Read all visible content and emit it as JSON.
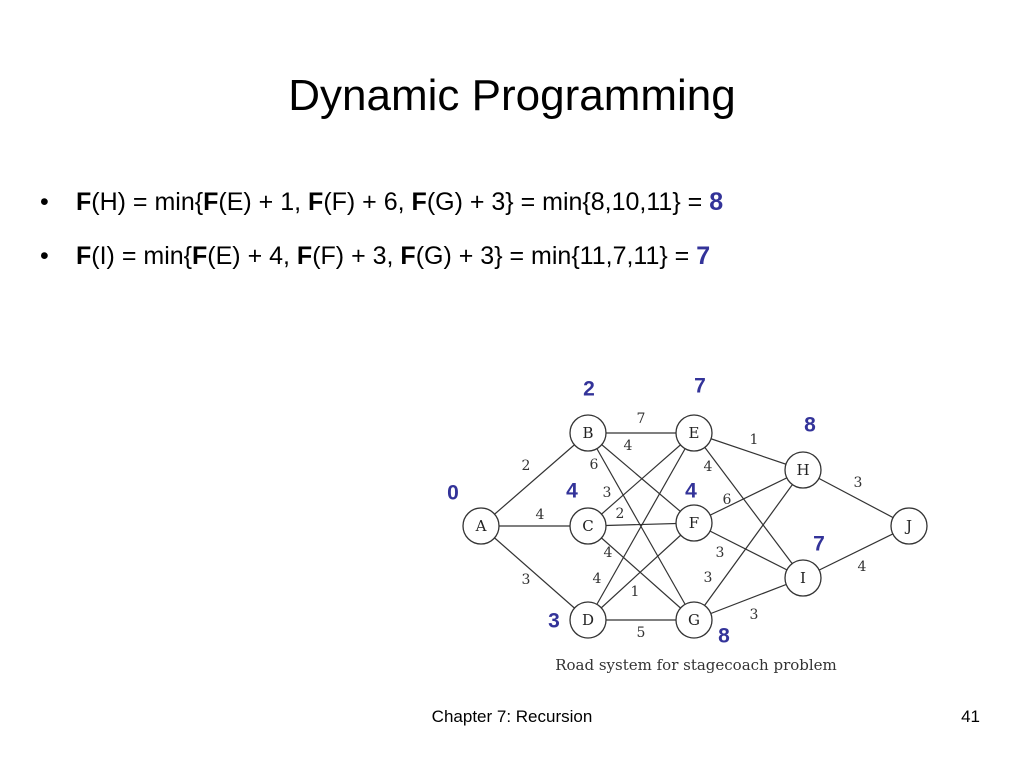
{
  "slide": {
    "title": "Dynamic Programming",
    "bullets": [
      {
        "marker": "•",
        "parts": [
          {
            "text": "F",
            "style": "bold"
          },
          {
            "text": "(H) = min{",
            "style": "plain"
          },
          {
            "text": "F",
            "style": "bold"
          },
          {
            "text": "(E) + 1, ",
            "style": "plain"
          },
          {
            "text": "F",
            "style": "bold"
          },
          {
            "text": "(F) + 6, ",
            "style": "plain"
          },
          {
            "text": "F",
            "style": "bold"
          },
          {
            "text": "(G) + 3} = min{8,10,11} = ",
            "style": "plain"
          },
          {
            "text": "8",
            "style": "result"
          }
        ]
      },
      {
        "marker": "•",
        "parts": [
          {
            "text": "F",
            "style": "bold"
          },
          {
            "text": "(I) = min{",
            "style": "plain"
          },
          {
            "text": "F",
            "style": "bold"
          },
          {
            "text": "(E) + 4, ",
            "style": "plain"
          },
          {
            "text": "F",
            "style": "bold"
          },
          {
            "text": "(F) + 3, ",
            "style": "plain"
          },
          {
            "text": "F",
            "style": "bold"
          },
          {
            "text": "(G) + 3} = min{11,7,11} = ",
            "style": "plain"
          },
          {
            "text": "7",
            "style": "result"
          }
        ]
      }
    ],
    "footer": {
      "chapter": "Chapter 7: Recursion",
      "page": "41"
    }
  },
  "graph": {
    "caption": "Road system for stagecoach problem",
    "nodes": [
      {
        "id": "A",
        "label": "A",
        "value": "0"
      },
      {
        "id": "B",
        "label": "B",
        "value": "2"
      },
      {
        "id": "C",
        "label": "C",
        "value": "4"
      },
      {
        "id": "D",
        "label": "D",
        "value": "3"
      },
      {
        "id": "E",
        "label": "E",
        "value": "7"
      },
      {
        "id": "F",
        "label": "F",
        "value": "4"
      },
      {
        "id": "G",
        "label": "G",
        "value": "8"
      },
      {
        "id": "H",
        "label": "H",
        "value": "8"
      },
      {
        "id": "I",
        "label": "I",
        "value": "7"
      },
      {
        "id": "J",
        "label": "J",
        "value": ""
      }
    ],
    "edges": [
      {
        "from": "A",
        "to": "B",
        "weight": "2"
      },
      {
        "from": "A",
        "to": "C",
        "weight": "4"
      },
      {
        "from": "A",
        "to": "D",
        "weight": "3"
      },
      {
        "from": "B",
        "to": "E",
        "weight": "7"
      },
      {
        "from": "B",
        "to": "F",
        "weight": "4"
      },
      {
        "from": "B",
        "to": "G",
        "weight": "6"
      },
      {
        "from": "C",
        "to": "E",
        "weight": "3"
      },
      {
        "from": "C",
        "to": "F",
        "weight": "2"
      },
      {
        "from": "C",
        "to": "G",
        "weight": "4"
      },
      {
        "from": "D",
        "to": "E",
        "weight": "4"
      },
      {
        "from": "D",
        "to": "F",
        "weight": "1"
      },
      {
        "from": "D",
        "to": "G",
        "weight": "5"
      },
      {
        "from": "E",
        "to": "H",
        "weight": "1"
      },
      {
        "from": "E",
        "to": "I",
        "weight": "4"
      },
      {
        "from": "F",
        "to": "H",
        "weight": "6"
      },
      {
        "from": "F",
        "to": "I",
        "weight": "3"
      },
      {
        "from": "G",
        "to": "H",
        "weight": "3"
      },
      {
        "from": "G",
        "to": "I",
        "weight": "3"
      },
      {
        "from": "H",
        "to": "J",
        "weight": "3"
      },
      {
        "from": "I",
        "to": "J",
        "weight": "4"
      }
    ]
  },
  "colors": {
    "accent": "#333399",
    "text": "#000000",
    "diagram": "#333333"
  }
}
